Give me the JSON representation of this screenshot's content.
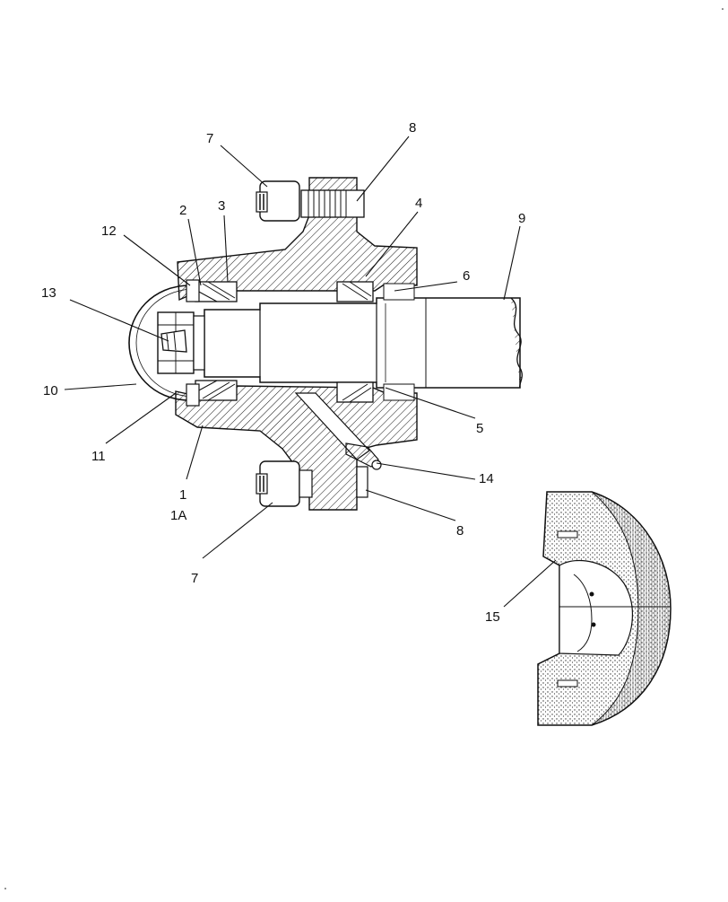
{
  "diagram": {
    "callouts": [
      {
        "id": "c1",
        "text": "1"
      },
      {
        "id": "c1a",
        "text": "1A"
      },
      {
        "id": "c2",
        "text": "2"
      },
      {
        "id": "c3",
        "text": "3"
      },
      {
        "id": "c4",
        "text": "4"
      },
      {
        "id": "c5",
        "text": "5"
      },
      {
        "id": "c6",
        "text": "6"
      },
      {
        "id": "c7a",
        "text": "7"
      },
      {
        "id": "c7b",
        "text": "7"
      },
      {
        "id": "c8a",
        "text": "8"
      },
      {
        "id": "c8b",
        "text": "8"
      },
      {
        "id": "c9",
        "text": "9"
      },
      {
        "id": "c10",
        "text": "10"
      },
      {
        "id": "c11",
        "text": "11"
      },
      {
        "id": "c12",
        "text": "12"
      },
      {
        "id": "c13",
        "text": "13"
      },
      {
        "id": "c14",
        "text": "14"
      },
      {
        "id": "c15",
        "text": "15"
      }
    ],
    "colors": {
      "ink": "#111111",
      "paper": "#ffffff",
      "stipple": "#555555"
    }
  }
}
